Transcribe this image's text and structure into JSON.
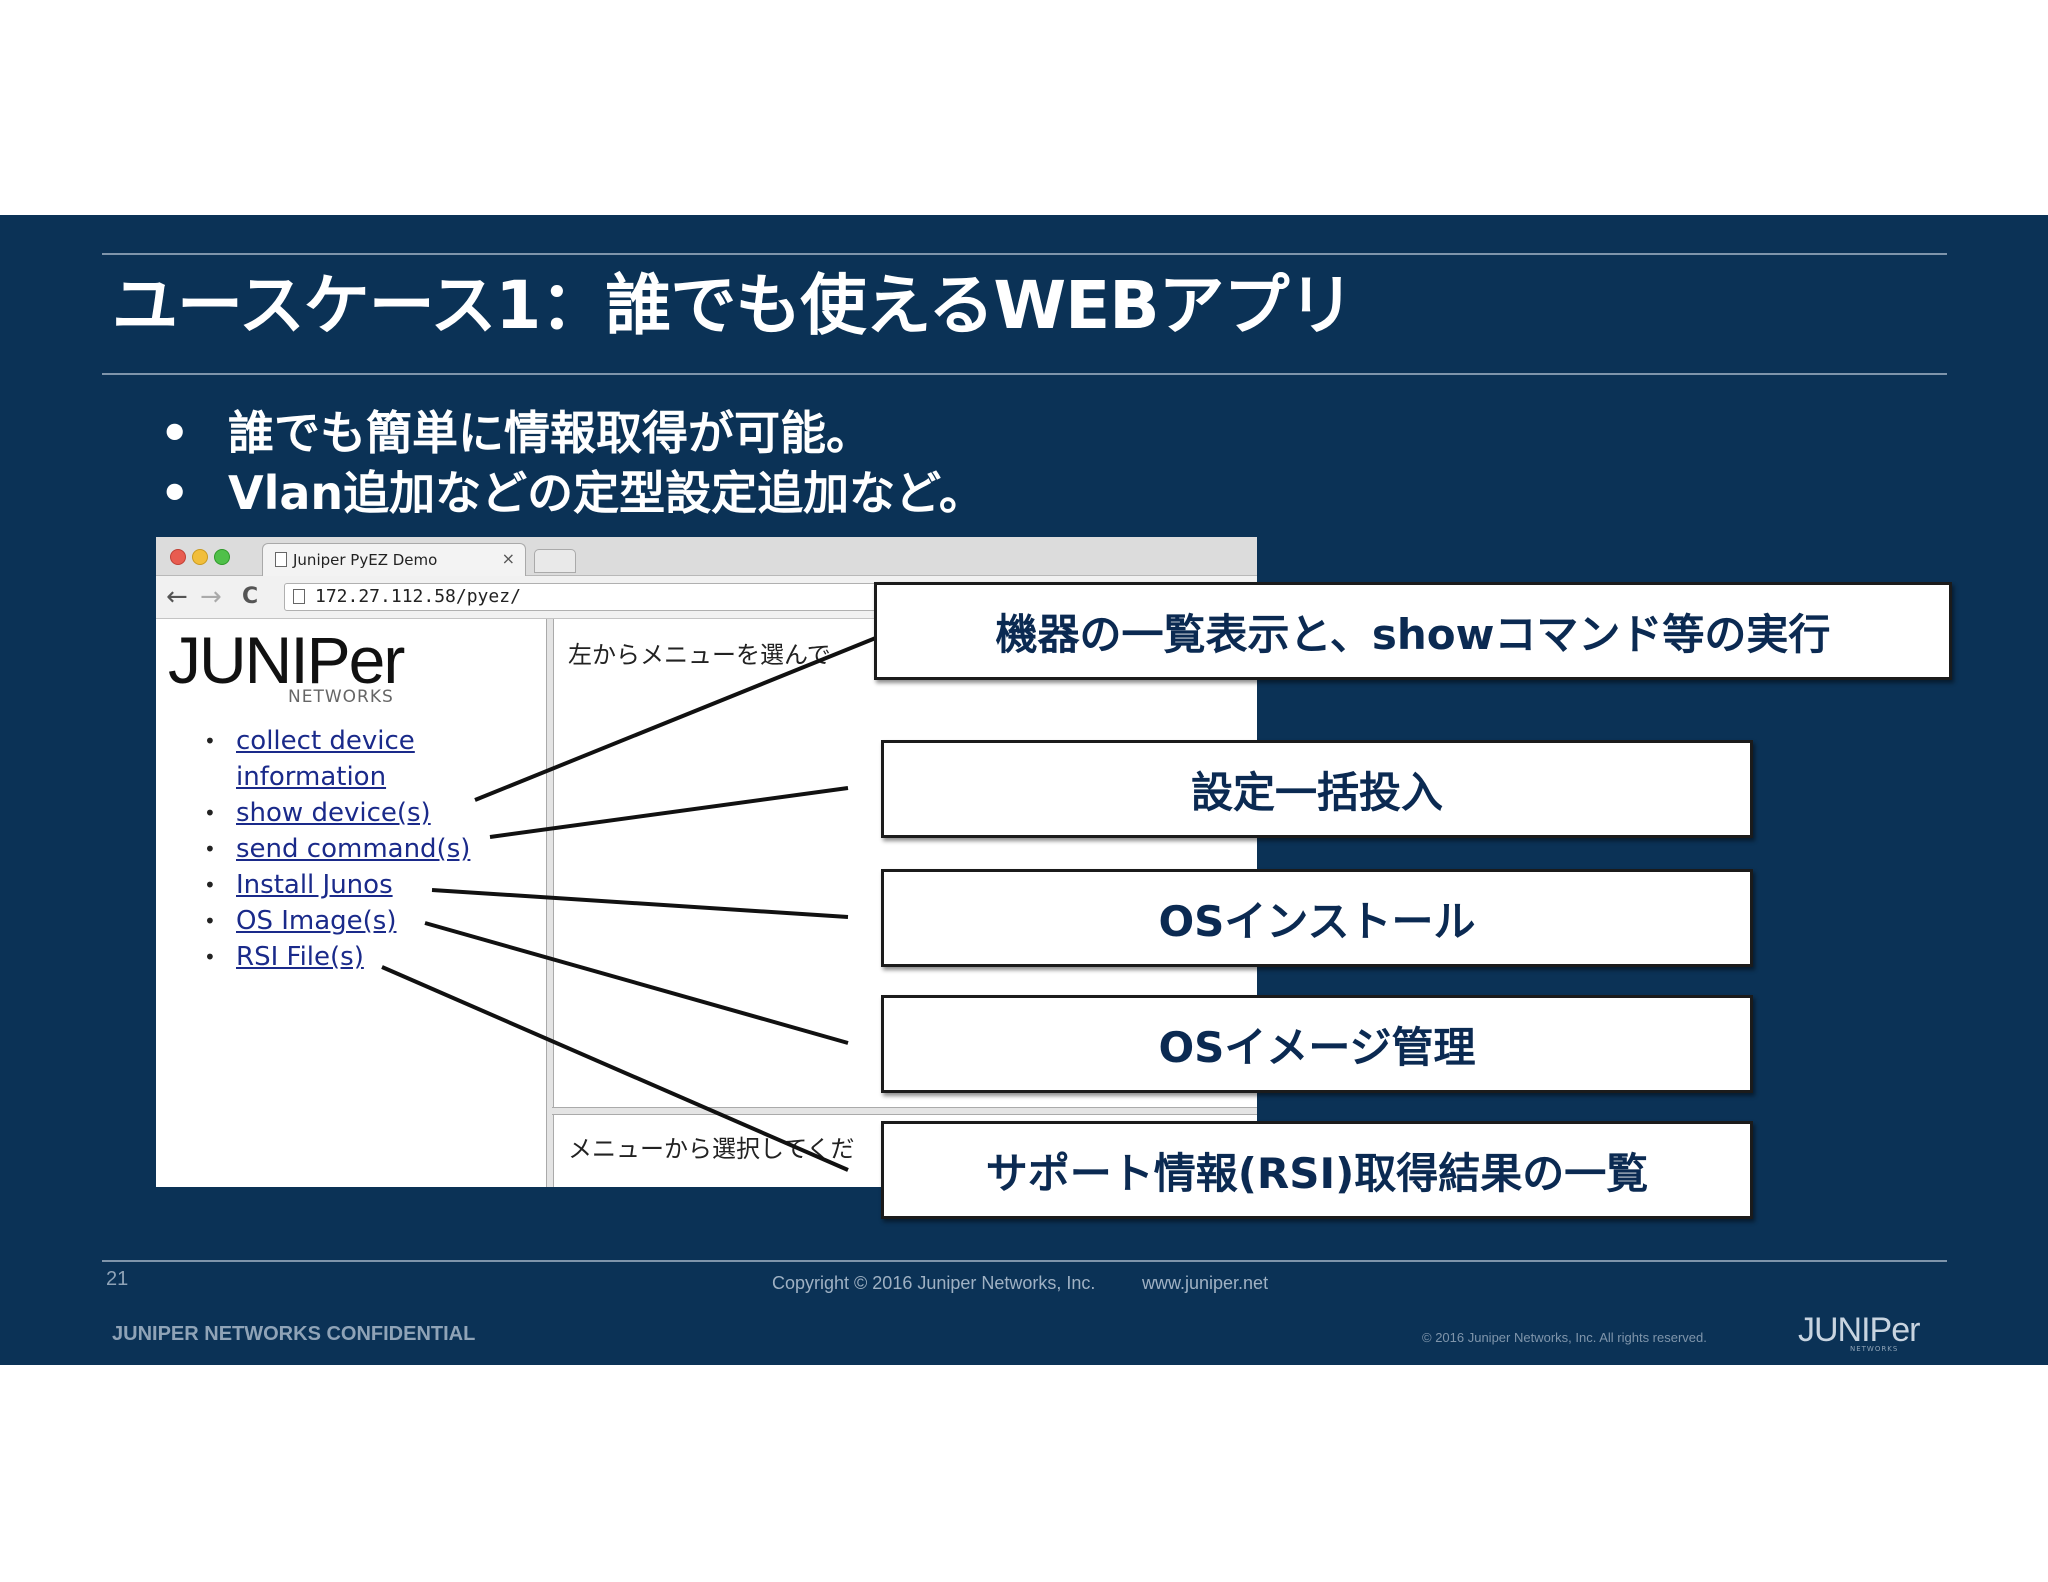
{
  "slide": {
    "title": "ユースケース1：誰でも使えるWEBアプリ",
    "bullets": [
      "誰でも簡単に情報取得が可能。",
      "Vlan追加などの定型設定追加など。"
    ],
    "bullet_glyph": "•",
    "page_number": "21",
    "copyright": "Copyright © 2016 Juniper Networks, Inc.",
    "website": "www.juniper.net",
    "confidential": "JUNIPER NETWORKS CONFIDENTIAL",
    "rights": "© 2016 Juniper Networks, Inc. All rights reserved.",
    "footer_logo": "JUNIPer",
    "footer_logo_sub": "NETWORKS",
    "colors": {
      "background": "#0b3256",
      "callout_text": "#0b2a52",
      "link": "#1a2a8a"
    }
  },
  "browser": {
    "tab_title": "Juniper PyEZ Demo",
    "tab_close": "×",
    "url": "172.27.112.58/pyez/",
    "nav_back": "←",
    "nav_forward": "→",
    "nav_reload": "C",
    "logo": "JUNIPer",
    "logo_sub": "NETWORKS",
    "menu": [
      "collect device",
      "information",
      "show device(s)",
      "send command(s)",
      "Install Junos",
      "OS Image(s)",
      "RSI File(s)"
    ],
    "main_text": "左からメニューを選んで",
    "bottom_text": "メニューから選択してくだ"
  },
  "callouts": [
    "機器の一覧表示と、showコマンド等の実行",
    "設定一括投入",
    "OSインストール",
    "OSイメージ管理",
    "サポート情報(RSI)取得結果の一覧"
  ]
}
